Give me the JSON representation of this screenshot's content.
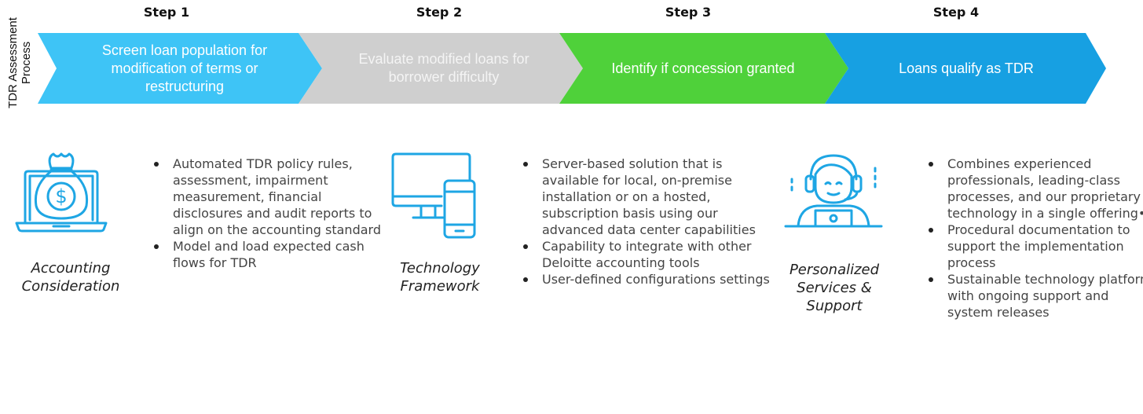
{
  "process_label": "TDR Assessment Process",
  "steps": [
    {
      "title": "Step 1",
      "text": "Screen loan population for modification of terms or restructuring",
      "color": "#3ec4f6"
    },
    {
      "title": "Step 2",
      "text": "Evaluate modified loans for borrower difficulty",
      "color": "#cfcfcf"
    },
    {
      "title": "Step 3",
      "text": "Identify if concession granted",
      "color": "#4fd13a"
    },
    {
      "title": "Step 4",
      "text": "Loans qualify as TDR",
      "color": "#17a0e2"
    }
  ],
  "features": [
    {
      "icon": "money-bag-laptop-icon",
      "caption": "Accounting Consideration",
      "bullets": [
        "Automated TDR policy rules, assessment, impairment measurement, financial disclosures and audit reports to align on the accounting standard",
        "Model and load expected cash flows for TDR"
      ]
    },
    {
      "icon": "monitor-phone-icon",
      "caption": "Technology Framework",
      "bullets": [
        "Server-based solution that is available for local, on-premise installation or on a hosted, subscription basis using our advanced data center capabilities",
        "Capability to integrate with other Deloitte accounting tools",
        "User-defined configurations settings"
      ]
    },
    {
      "icon": "support-agent-icon",
      "caption": "Personalized Services & Support",
      "bullets": [
        "Combines experienced professionals, leading-class processes, and our proprietary technology in a single offering•",
        "Procedural documentation to support the implementation process",
        "Sustainable technology platform with ongoing support and system releases"
      ]
    }
  ],
  "icon_color": "#1ea6e4"
}
